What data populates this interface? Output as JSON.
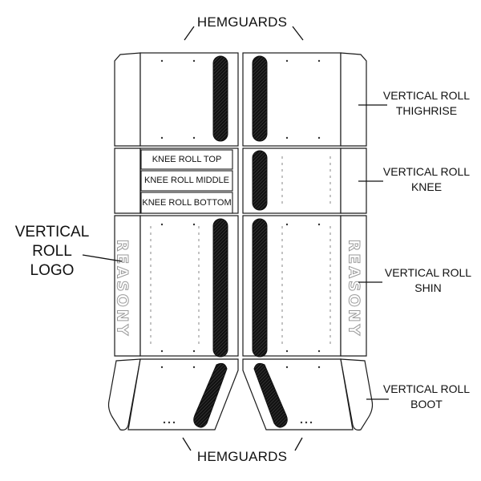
{
  "labels": {
    "hemguards_top": "HEMGUARDS",
    "hemguards_bottom": "HEMGUARDS",
    "thighrise": [
      "VERTICAL ROLL",
      "THIGHRISE"
    ],
    "knee": [
      "VERTICAL ROLL",
      "KNEE"
    ],
    "shin": [
      "VERTICAL ROLL",
      "SHIN"
    ],
    "boot": [
      "VERTICAL ROLL",
      "BOOT"
    ],
    "logo": [
      "VERTICAL",
      "ROLL",
      "LOGO"
    ],
    "knee_roll_top": "KNEE ROLL TOP",
    "knee_roll_middle": "KNEE ROLL MIDDLE",
    "knee_roll_bottom": "KNEE ROLL BOTTOM"
  },
  "logo_text": "REASONY",
  "colors": {
    "outline": "#1a1a1a",
    "roll_fill": "#111111",
    "logo_gray": "#9a9a9a",
    "background": "#ffffff"
  }
}
